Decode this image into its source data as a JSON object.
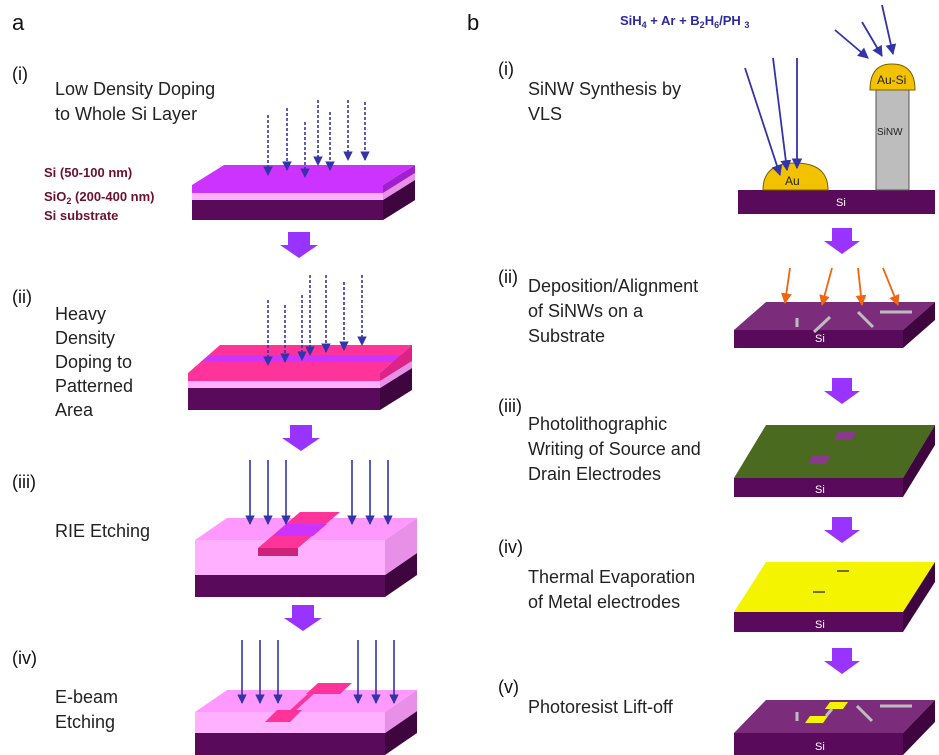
{
  "panel_a": {
    "label": "a",
    "steps": [
      {
        "num": "(i)",
        "lines": [
          "Low Density Doping",
          "to Whole Si Layer"
        ]
      },
      {
        "num": "(ii)",
        "lines": [
          "Heavy",
          "Density",
          "Doping to",
          "Patterned",
          "Area"
        ]
      },
      {
        "num": "(iii)",
        "lines": [
          "RIE Etching"
        ]
      },
      {
        "num": "(iv)",
        "lines": [
          "E-beam",
          "Etching"
        ]
      }
    ],
    "layers": {
      "si_top": "Si (50-100 nm)",
      "sio2_prefix": "SiO",
      "sio2_sub": "2",
      "sio2_suffix": " (200-400 nm)",
      "substrate": "Si substrate"
    }
  },
  "panel_b": {
    "label": "b",
    "gas": {
      "p1": "SiH",
      "s1": "4",
      "p2": " + Ar + B",
      "s2": "2",
      "p3": "H",
      "s3": "6",
      "p4": "/PH ",
      "s4": "3"
    },
    "steps": [
      {
        "num": "(i)",
        "lines": [
          "SiNW Synthesis by",
          "VLS"
        ]
      },
      {
        "num": "(ii)",
        "lines": [
          "Deposition/Alignment",
          "of SiNWs on a",
          "Substrate"
        ]
      },
      {
        "num": "(iii)",
        "lines": [
          "Photolithographic",
          "Writing of Source and",
          "Drain Electrodes"
        ]
      },
      {
        "num": "(iv)",
        "lines": [
          "Thermal Evaporation",
          "of Metal electrodes"
        ]
      },
      {
        "num": "(v)",
        "lines": [
          "Photoresist Lift-off"
        ]
      }
    ],
    "labels": {
      "au": "Au",
      "au_si": "Au-Si",
      "sinw": "SiNW",
      "si": "Si"
    }
  },
  "colors": {
    "magenta_si": "#cc33ff",
    "heavy_pink": "#ff3399",
    "light_pink": "#ff99ff",
    "sio2": "#ffb0ff",
    "substrate": "#5a0a5a",
    "arrow_purple": "#9933ff",
    "arrow_blue": "#3333aa",
    "arrow_orange": "#ee6611",
    "gold": "#f2c200",
    "resist_green": "#4a6a1f",
    "metal_yellow": "#f4f400",
    "nanowire_gray": "#bdbdbd"
  }
}
